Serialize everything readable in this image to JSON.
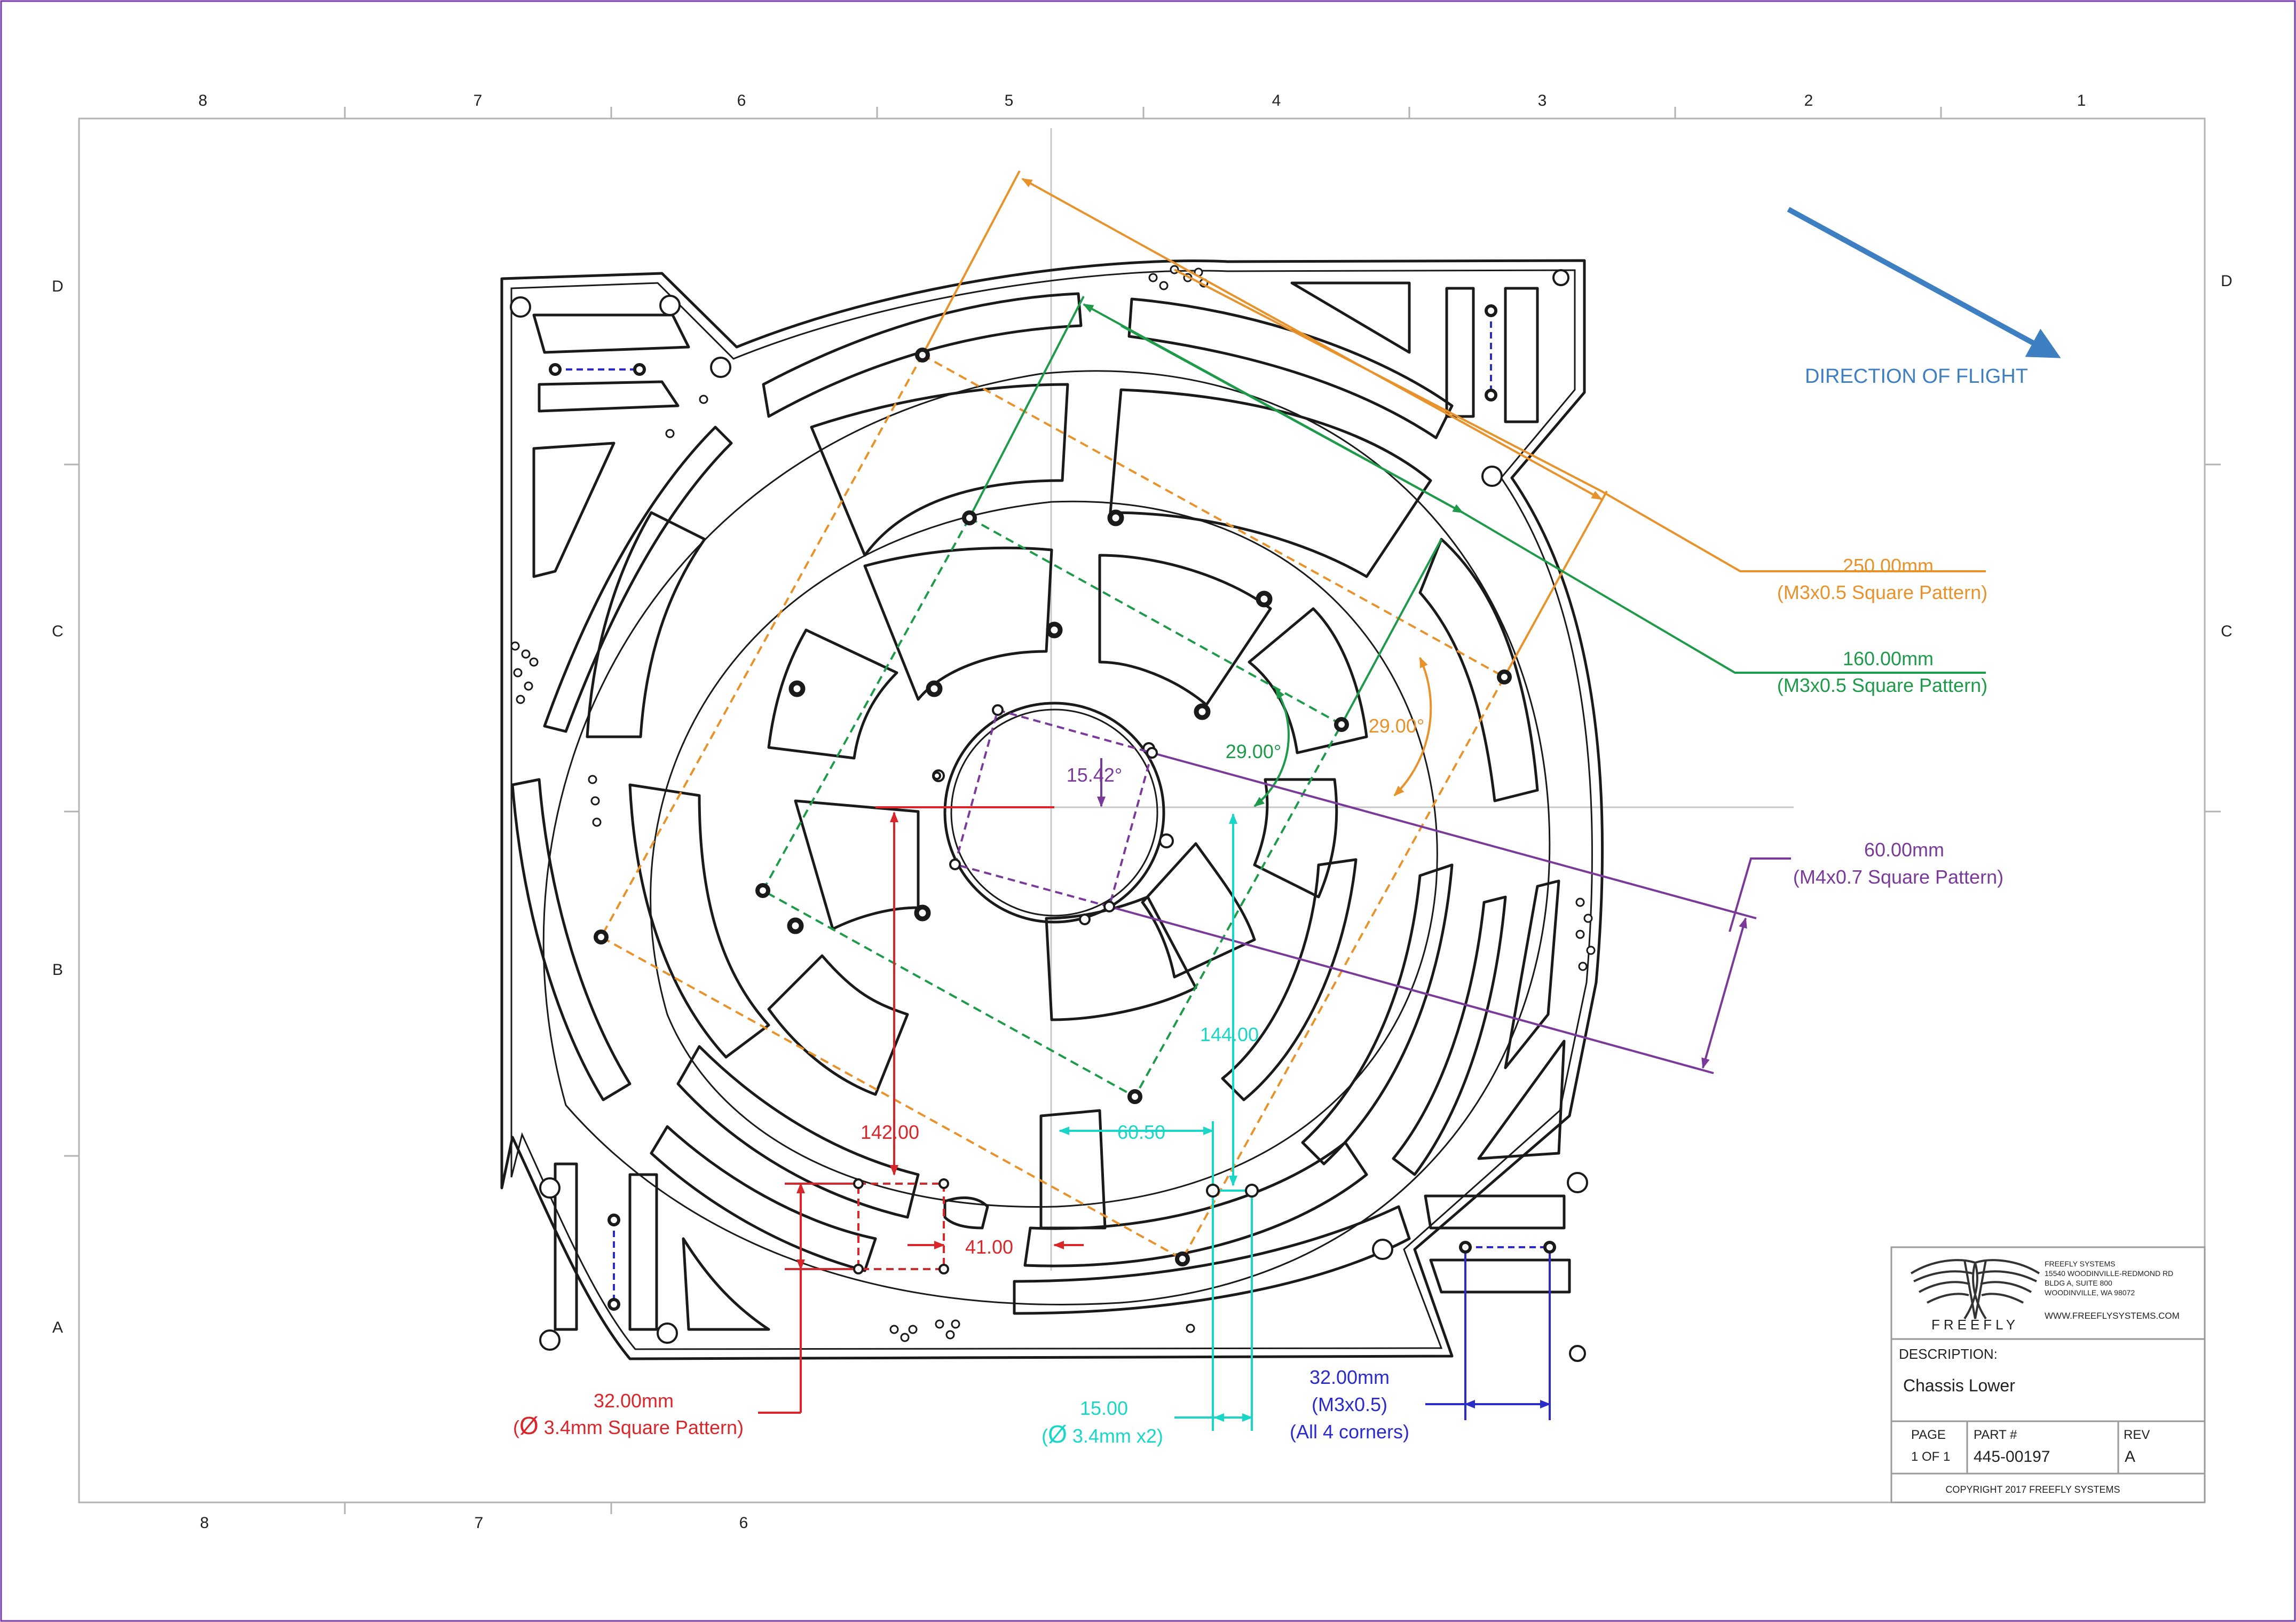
{
  "zones": {
    "columns": [
      "8",
      "7",
      "6",
      "5",
      "4",
      "3",
      "2",
      "1"
    ],
    "bottom_columns": [
      "8",
      "7",
      "6"
    ],
    "rows": [
      "D",
      "C",
      "B",
      "A"
    ]
  },
  "flight": {
    "label": "DIRECTION OF FLIGHT",
    "color": "#3d7fc1"
  },
  "colors": {
    "orange": "#e8922b",
    "green": "#1e9a4a",
    "purple": "#7a3a9a",
    "red": "#d8262a",
    "cyan": "#19d6c6",
    "blue": "#2b2bc9"
  },
  "callouts": {
    "orange": {
      "value": "250.00mm",
      "note": "(M3x0.5 Square Pattern)",
      "angle": "29.00°"
    },
    "green": {
      "value": "160.00mm",
      "note": "(M3x0.5 Square Pattern)",
      "angle": "29.00°"
    },
    "purple": {
      "value": "60.00mm",
      "note": "(M4x0.7 Square Pattern)",
      "angle": "15.42°"
    },
    "red": {
      "value": "32.00mm",
      "note_prefix": "(",
      "symbol": "Ø",
      "note": " 3.4mm Square Pattern)",
      "dim_vertical": "142.00",
      "dim_horizontal": "41.00"
    },
    "cyan": {
      "value": "15.00",
      "note_prefix": "(",
      "symbol": "Ø",
      "note": " 3.4mm x2)",
      "dim_vertical": "144.00",
      "dim_horizontal": "60.50"
    },
    "blue": {
      "value": "32.00mm",
      "line2": "(M3x0.5)",
      "line3": "(All 4 corners)"
    }
  },
  "title_block": {
    "company": "FREEFLY",
    "address": [
      "FREEFLY SYSTEMS",
      "15540 WOODINVILLE-REDMOND RD",
      "BLDG A, SUITE 800",
      "WOODINVILLE, WA 98072"
    ],
    "website": "WWW.FREEFLYSYSTEMS.COM",
    "description_label": "DESCRIPTION:",
    "description": "Chassis Lower",
    "page_label": "PAGE",
    "page_value": "1 OF 1",
    "part_label": "PART #",
    "part_value": "445-00197",
    "rev_label": "REV",
    "rev_value": "A",
    "copyright": "COPYRIGHT 2017 FREEFLY SYSTEMS"
  }
}
